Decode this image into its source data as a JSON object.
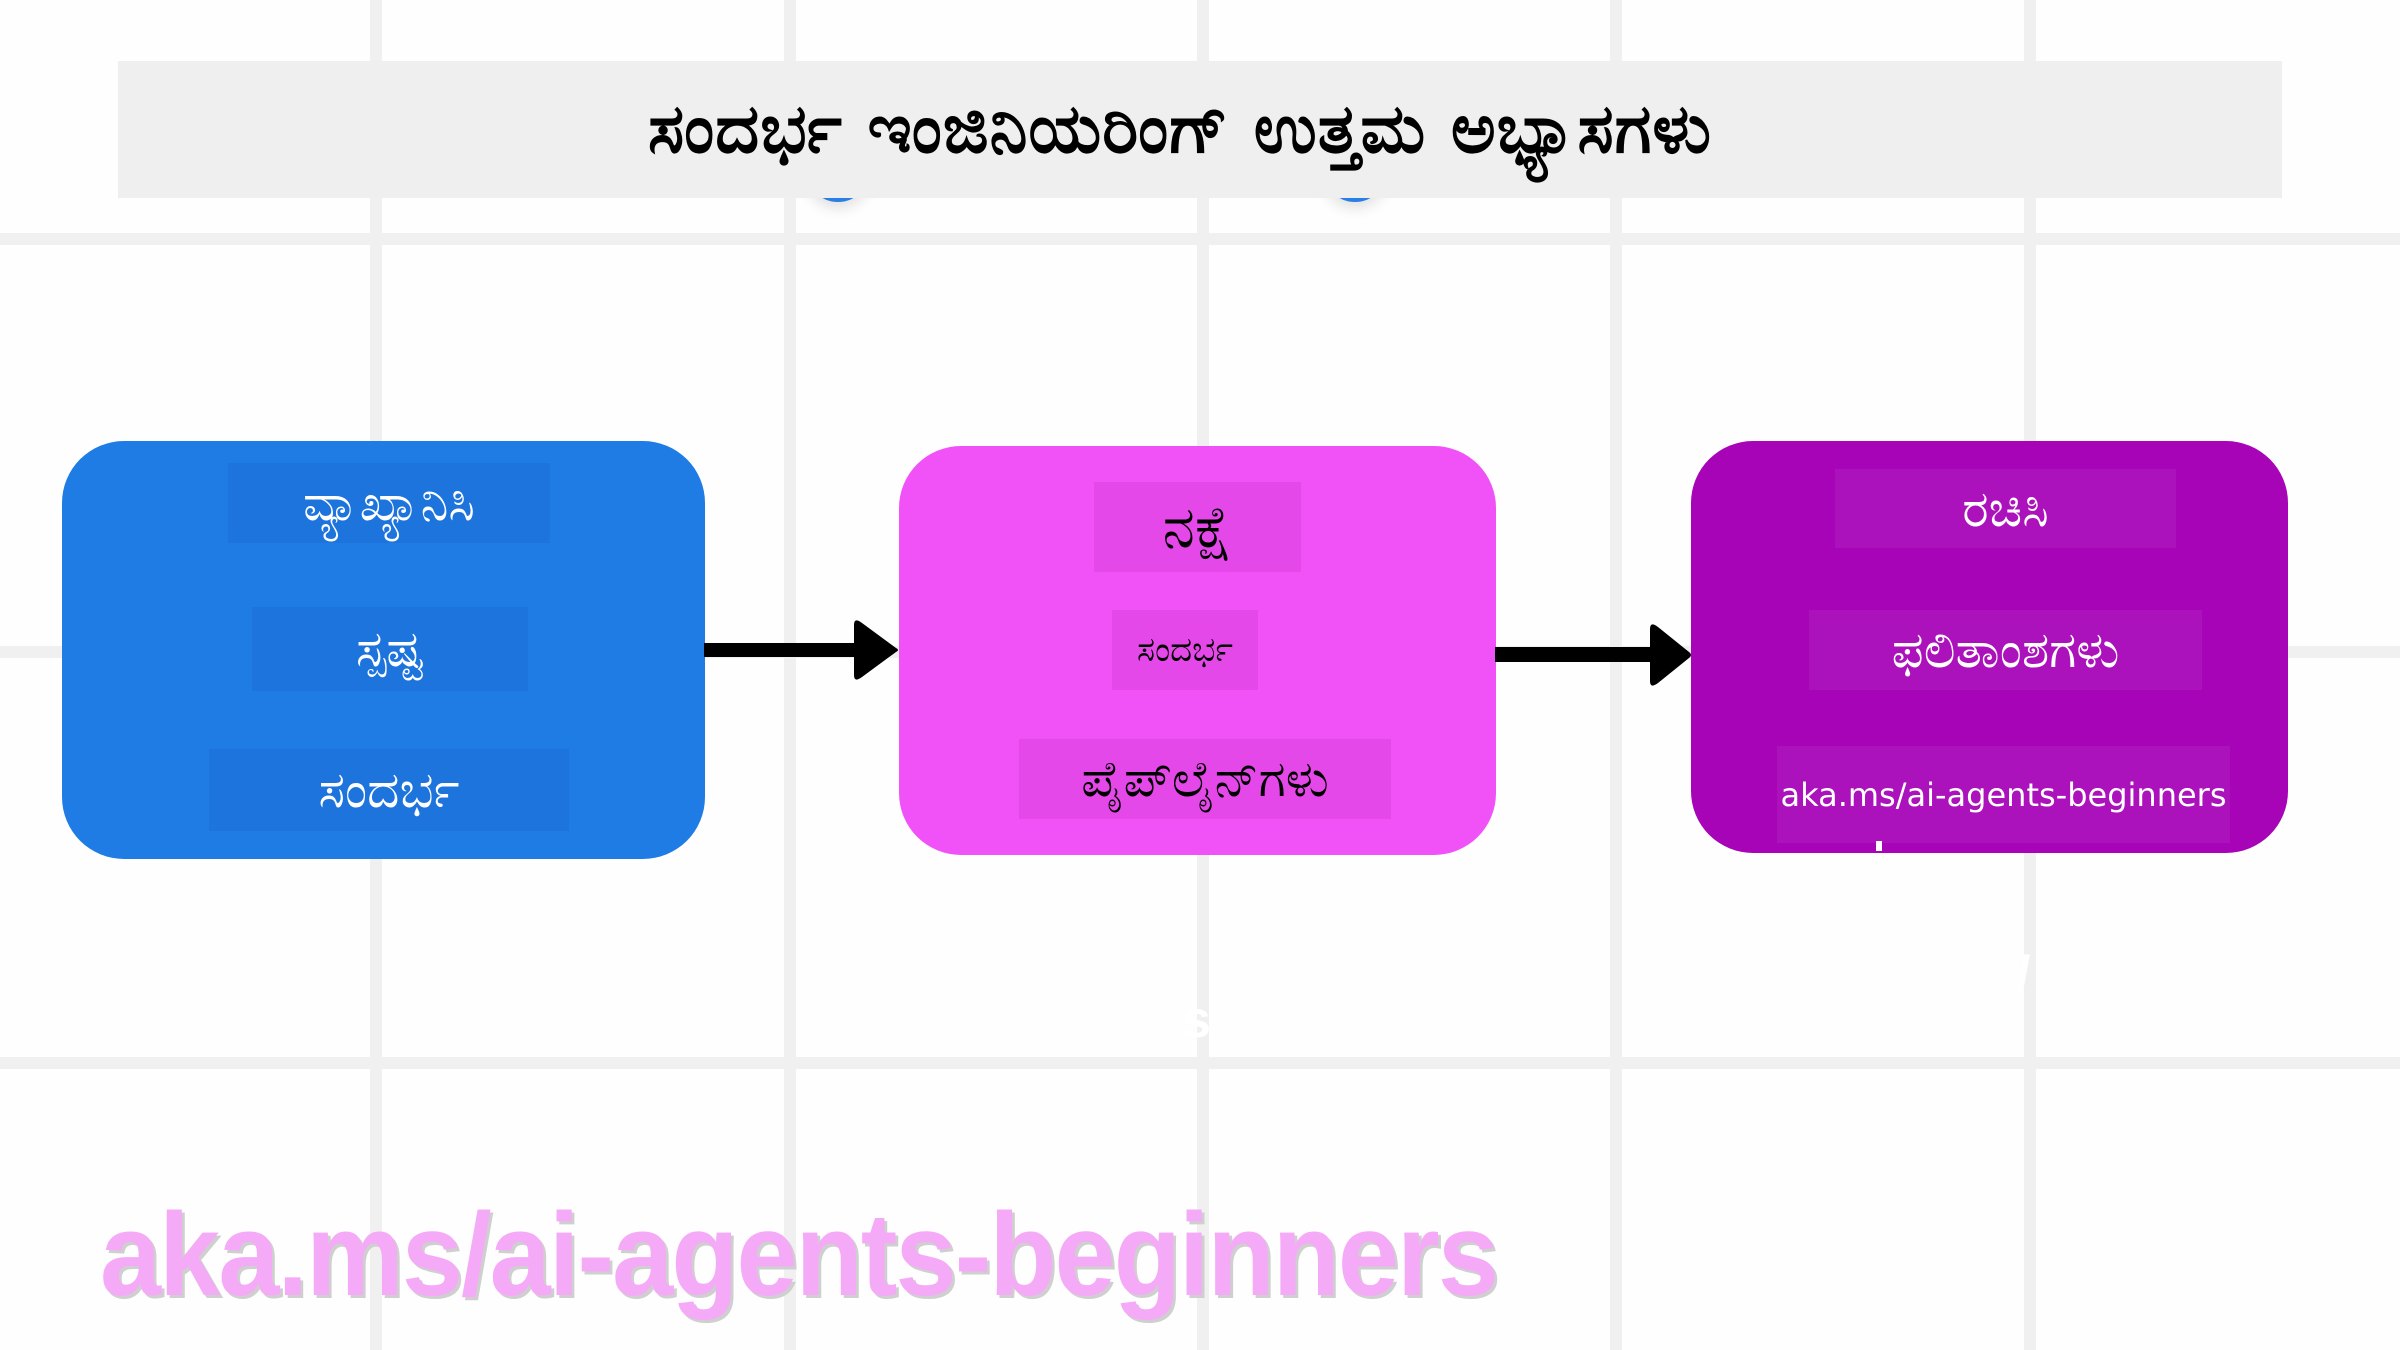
{
  "title": "ಸಂದರ್ಭ ಇಂಜಿನಿಯರಿಂಗ್ ಉತ್ತಮ ಅಭ್ಯಾಸಗಳು",
  "stages": [
    {
      "id": "define",
      "color": "#207CE5",
      "label_bg": "#1E74DD",
      "text_color": "#FFFFFF",
      "lines": [
        "ವ್ಯಾಖ್ಯಾನಿಸಿ",
        "ಸ್ಪಷ್ಟ",
        "ಸಂದರ್ಭ"
      ]
    },
    {
      "id": "map",
      "color": "#F052F7",
      "label_bg": "#E448E8",
      "text_color": "#000000",
      "lines": [
        "ನಕ್ಷೆ",
        "ಸಂದರ್ಭ",
        "ಪೈಪ್‌ಲೈನ್‌ಗಳು"
      ]
    },
    {
      "id": "build",
      "color": "#A703B7",
      "label_bg": "#AC12BC",
      "text_color": "#FFFFFF",
      "lines": [
        "ರಚಿಸಿ",
        "ಫಲಿತಾಂಶಗಳು",
        "aka.ms/ai-agents-beginners"
      ]
    }
  ],
  "arrows": [
    {
      "from": "define",
      "to": "map"
    },
    {
      "from": "map",
      "to": "build"
    }
  ],
  "watermark": {
    "text": "aka.ms/ai-agents-beginners",
    "color": "#F5AAF7"
  },
  "colors": {
    "background": "#FEFEFE",
    "grid": "#F0F0F0",
    "title_banner": "#EFEFEF",
    "arrow": "#000000"
  }
}
